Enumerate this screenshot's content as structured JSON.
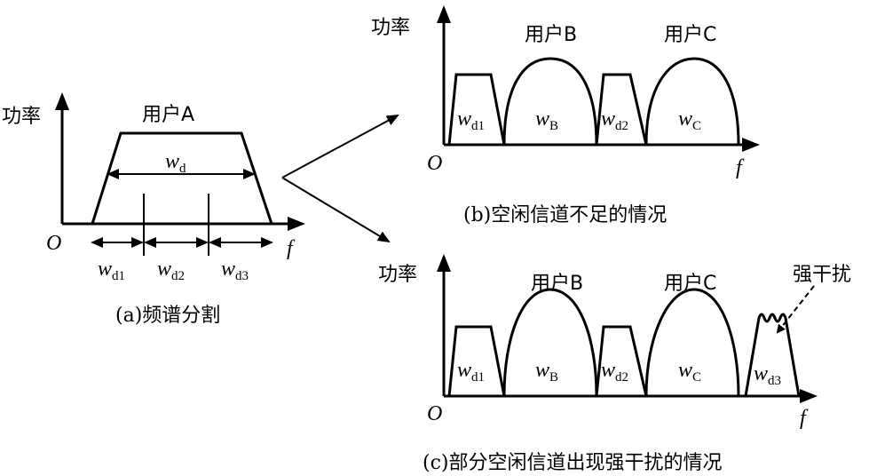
{
  "axis": {
    "power": "功率",
    "origin": "O",
    "freq": "f"
  },
  "panel_a": {
    "user": "用户A",
    "bandwidth": {
      "base": "w",
      "sub": "d"
    },
    "subbands": [
      {
        "base": "w",
        "sub": "d1"
      },
      {
        "base": "w",
        "sub": "d2"
      },
      {
        "base": "w",
        "sub": "d3"
      }
    ],
    "caption": "(a)频谱分割"
  },
  "panel_b": {
    "user_b": "用户B",
    "user_c": "用户C",
    "bands": [
      {
        "base": "w",
        "sub": "d1"
      },
      {
        "base": "w",
        "sub": "B"
      },
      {
        "base": "w",
        "sub": "d2"
      },
      {
        "base": "w",
        "sub": "C"
      }
    ],
    "caption": "(b)空闲信道不足的情况"
  },
  "panel_c": {
    "user_b": "用户B",
    "user_c": "用户C",
    "interference": "强干扰",
    "bands": [
      {
        "base": "w",
        "sub": "d1"
      },
      {
        "base": "w",
        "sub": "B"
      },
      {
        "base": "w",
        "sub": "d2"
      },
      {
        "base": "w",
        "sub": "C"
      },
      {
        "base": "w",
        "sub": "d3"
      }
    ],
    "caption": "(c)部分空闲信道出现强干扰的情况"
  }
}
